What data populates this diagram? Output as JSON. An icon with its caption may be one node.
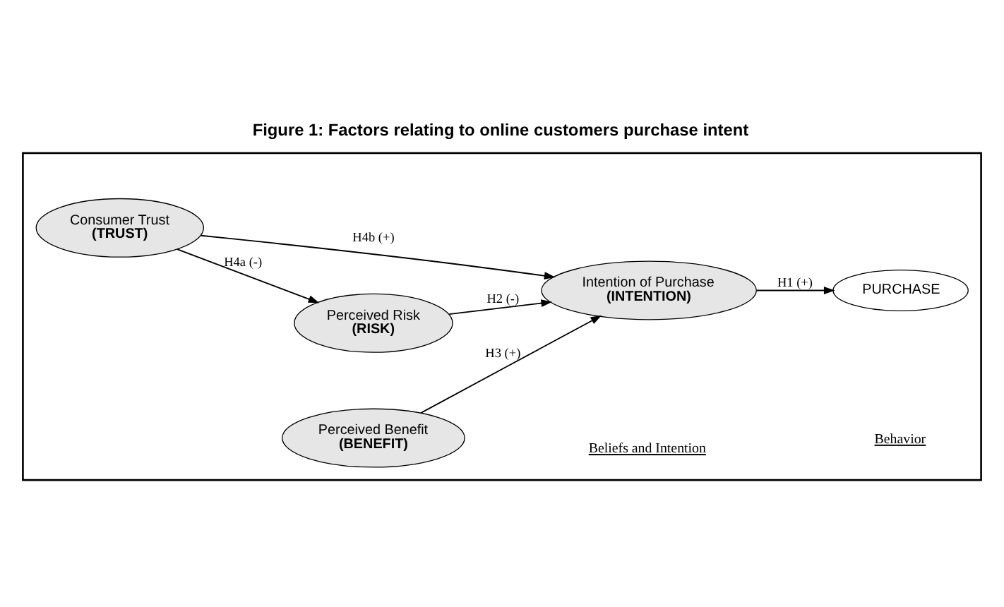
{
  "diagram": {
    "title": "Figure 1: Factors relating to online customers purchase intent",
    "nodes": [
      {
        "text": [],
        "shape": "box"
      },
      {
        "text": [
          "Perceived Risk",
          "(RISK)"
        ],
        "in": 0
      },
      {
        "text": [
          "Intention of Purchase",
          "(INTENTION)"
        ],
        "in": 0
      },
      {
        "text": [
          "PURCHASE"
        ],
        "in": 0
      },
      {
        "text": [
          "Consumer Trust",
          "(TRUST)"
        ],
        "in": 0
      },
      {
        "text": [
          "Perceived Benefit",
          "(BENEFIT)"
        ],
        "in": 0
      }
    ],
    "edges": [
      {
        "from": 4,
        "to": 1,
        "arrow": "to",
        "label": "H4a (-)"
      },
      {
        "from": 1,
        "to": 2,
        "arrow": "to",
        "label": "H2 (-)"
      },
      {
        "from": 2,
        "to": 3,
        "arrow": "to",
        "label": "H1 (+)"
      },
      {
        "from": 4,
        "to": 2,
        "arrow": "to",
        "label": "H4b (+)"
      },
      {
        "from": 5,
        "to": 2,
        "arrow": "to",
        "label": "H3 (+)"
      }
    ],
    "labels": [
      "Beliefs and Intention",
      "Behavior"
    ]
  }
}
